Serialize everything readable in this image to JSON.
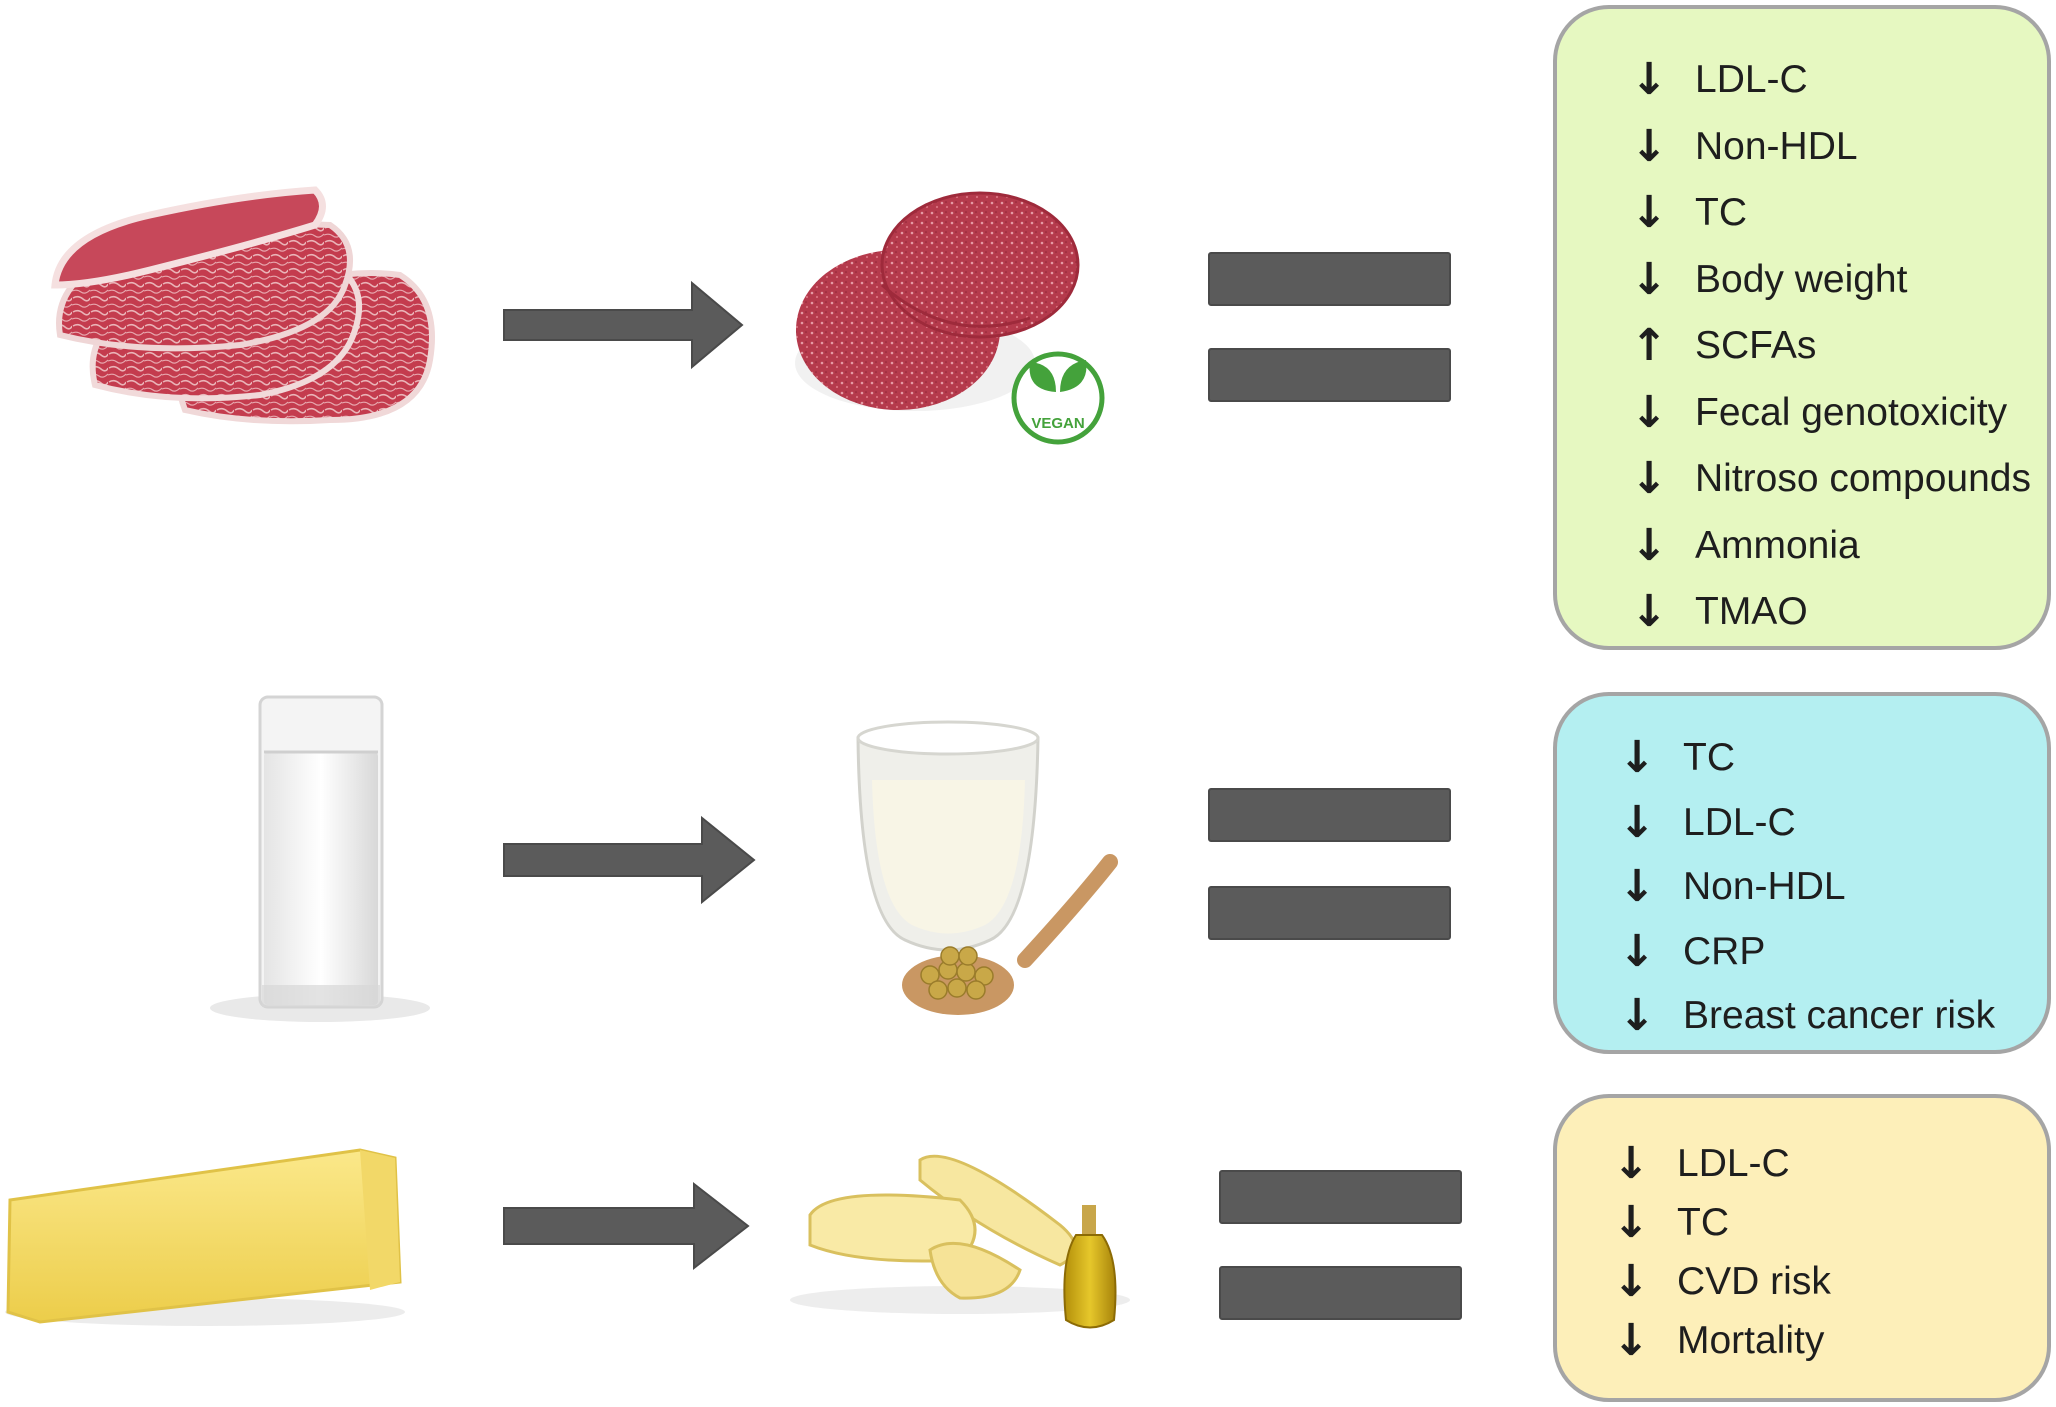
{
  "colors": {
    "box_meat": "#e6f8c1",
    "box_milk": "#b4eff1",
    "box_butter": "#fdefb9",
    "box_border": "#a5a5a5",
    "arrow_fill": "#5b5b5b",
    "equals_fill": "#5b5b5b"
  },
  "rows": [
    {
      "from_icon": "red-meat-steaks",
      "to_icon": "plant-based-burger-patties",
      "badge": "VEGAN",
      "effects": [
        {
          "dir": "down",
          "label": "LDL-C"
        },
        {
          "dir": "down",
          "label": "Non-HDL"
        },
        {
          "dir": "down",
          "label": "TC"
        },
        {
          "dir": "down",
          "label": "Body weight"
        },
        {
          "dir": "up",
          "label": "SCFAs"
        },
        {
          "dir": "down",
          "label": "Fecal genotoxicity"
        },
        {
          "dir": "down",
          "label": "Nitroso compounds"
        },
        {
          "dir": "down",
          "label": "Ammonia"
        },
        {
          "dir": "down",
          "label": "TMAO"
        }
      ]
    },
    {
      "from_icon": "glass-of-milk",
      "to_icon": "soy-milk-with-soybeans",
      "effects": [
        {
          "dir": "down",
          "label": "TC"
        },
        {
          "dir": "down",
          "label": "LDL-C"
        },
        {
          "dir": "down",
          "label": "Non-HDL"
        },
        {
          "dir": "down",
          "label": "CRP"
        },
        {
          "dir": "down",
          "label": "Breast cancer risk"
        }
      ]
    },
    {
      "from_icon": "butter-block",
      "to_icon": "plant-butter-curls-with-olive-oil",
      "effects": [
        {
          "dir": "down",
          "label": "LDL-C"
        },
        {
          "dir": "down",
          "label": "TC"
        },
        {
          "dir": "down",
          "label": "CVD risk"
        },
        {
          "dir": "down",
          "label": "Mortality"
        }
      ]
    }
  ]
}
